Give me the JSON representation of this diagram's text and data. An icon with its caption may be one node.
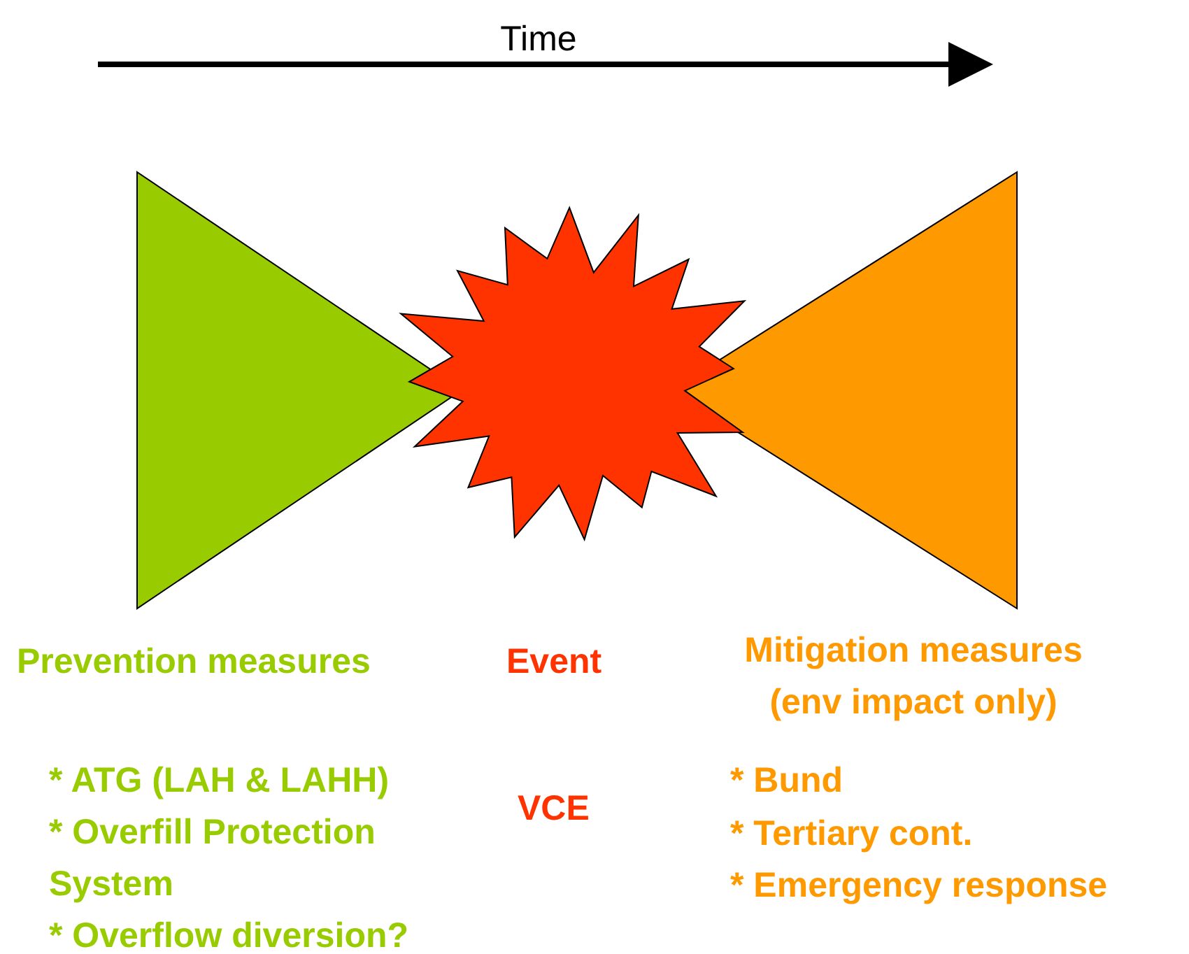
{
  "diagram": {
    "nodes": [
      {
        "text": [],
        "shape": "triangle"
      },
      {
        "text": [],
        "shape": "star"
      },
      {
        "text": [],
        "shape": "triangle"
      }
    ],
    "edges": [],
    "labels": [
      "Time",
      "Prevention measures",
      "* ATG (LAH & LAHH)",
      "* Overfill Protection System",
      "* Overflow diversion?",
      "Event",
      "VCE",
      "Mitigation measures (env impact only)",
      "* Bund",
      "* Tertiary cont.",
      "* Emergency response"
    ]
  }
}
